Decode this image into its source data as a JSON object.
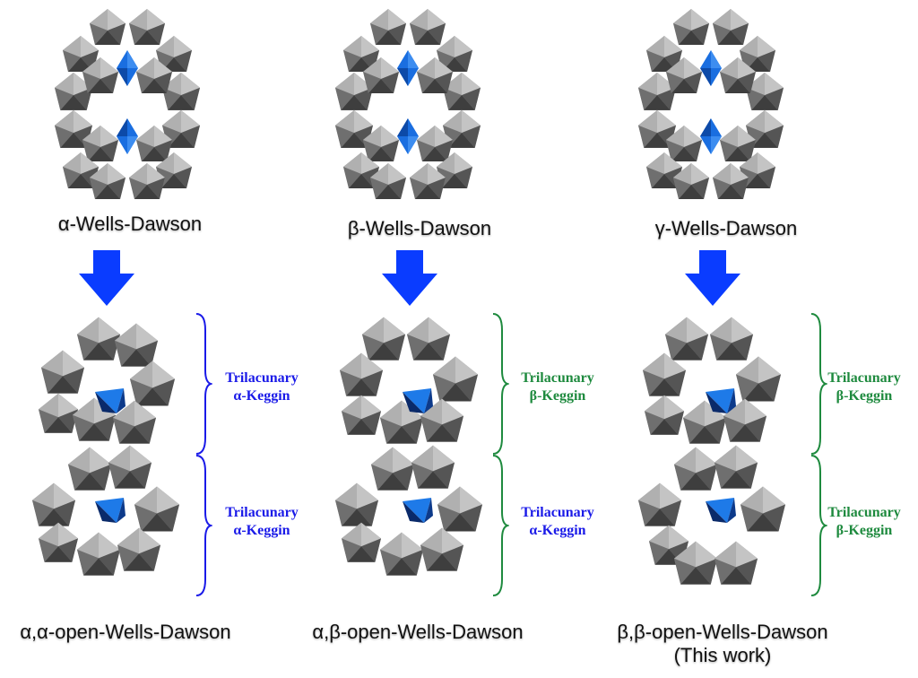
{
  "columns": [
    {
      "top_label": "α-Wells-Dawson",
      "open_label": "α,α-open-Wells-Dawson",
      "open_note": "",
      "units": [
        {
          "line1": "Trilacunary",
          "line2": "α-Keggin",
          "color": "#1a1ae8"
        },
        {
          "line1": "Trilacunary",
          "line2": "α-Keggin",
          "color": "#1a1ae8"
        }
      ]
    },
    {
      "top_label": "β-Wells-Dawson",
      "open_label": "α,β-open-Wells-Dawson",
      "open_note": "",
      "units": [
        {
          "line1": "Trilacunary",
          "line2": "β-Keggin",
          "color": "#1e8a3e"
        },
        {
          "line1": "Trilacunary",
          "line2": "α-Keggin",
          "color": "#1a1ae8"
        }
      ]
    },
    {
      "top_label": "γ-Wells-Dawson",
      "open_label": "β,β-open-Wells-Dawson",
      "open_note": "(This work)",
      "units": [
        {
          "line1": "Trilacunary",
          "line2": "β-Keggin",
          "color": "#1e8a3e"
        },
        {
          "line1": "Trilacunary",
          "line2": "β-Keggin",
          "color": "#1e8a3e"
        }
      ]
    }
  ],
  "colors": {
    "arrow": "#0a3cff",
    "octahedron_light": "#b8b8b8",
    "octahedron_mid": "#8f8f8f",
    "octahedron_dark": "#4a4a4a",
    "tetrahedron": "#1a6ee0",
    "tetrahedron_dark": "#0a2a6a"
  }
}
